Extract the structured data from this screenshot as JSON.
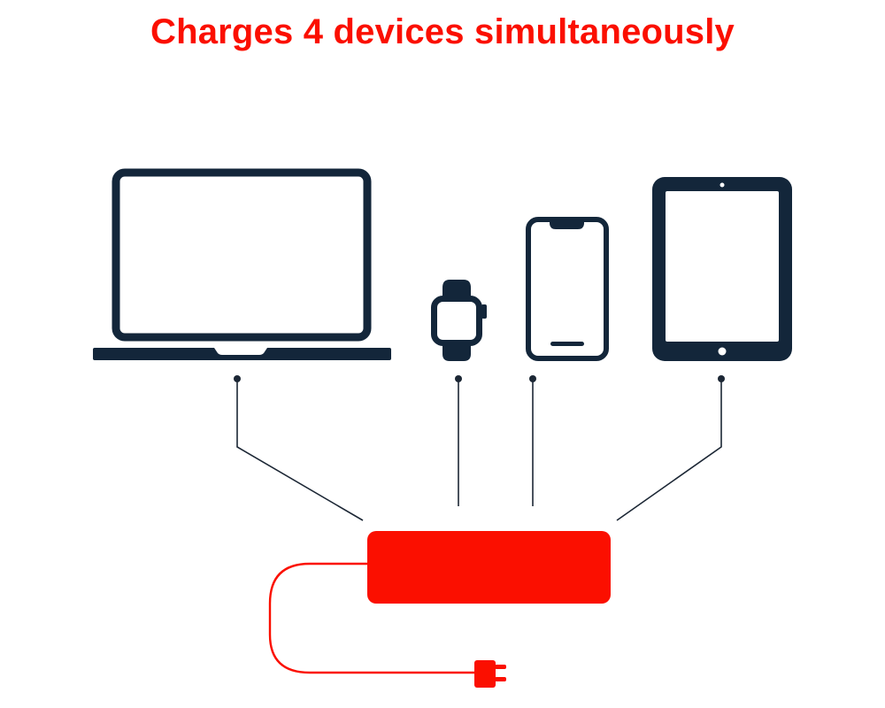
{
  "headline": "Charges 4 devices simultaneously",
  "colors": {
    "accent": "#fb0f00",
    "device": "#13263a",
    "connector": "#1c2735",
    "background": "#ffffff"
  },
  "devices": [
    {
      "name": "laptop",
      "icon": "laptop-icon"
    },
    {
      "name": "smartwatch",
      "icon": "smartwatch-icon"
    },
    {
      "name": "smartphone",
      "icon": "smartphone-icon"
    },
    {
      "name": "tablet",
      "icon": "tablet-icon"
    }
  ],
  "hub": {
    "icon": "charging-hub-icon"
  },
  "plug": {
    "icon": "power-plug-icon"
  }
}
